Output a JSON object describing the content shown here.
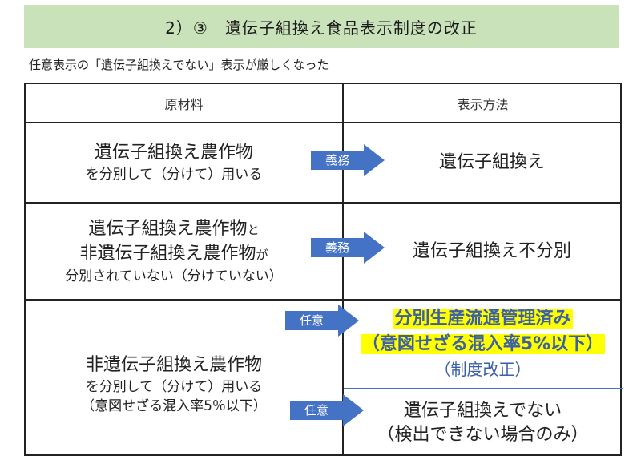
{
  "title": "2）③　遺伝子組換え食品表示制度の改正",
  "subtitle": "任意表示の「遺伝子組換えでない」表示が厳しくなった",
  "table": {
    "headers": [
      "原材料",
      "表示方法"
    ],
    "rows": [
      {
        "material_main": "遺伝子組換え農作物",
        "material_sub": "を分別して（分けて）用いる",
        "arrow": "義務",
        "label": "遺伝子組換え"
      },
      {
        "material_line1": "遺伝子組換え農作物",
        "material_line1_suffix": "と",
        "material_line2": "非遺伝子組換え農作物",
        "material_line2_suffix": "が",
        "material_sub": "分別されていない（分けていない）",
        "arrow": "義務",
        "label": "遺伝子組換え不分別"
      },
      {
        "material_main": "非遺伝子組換え農作物",
        "material_sub": "を分別して（分けて）用いる",
        "material_note": "（意図せざる混入率5％以下）",
        "arrow_top": "任意",
        "arrow_bottom": "任意",
        "label_top_line1": "分別生産流通管理済み",
        "label_top_line2": "（意図せざる混入率5%以下）",
        "label_top_note": "（制度改正）",
        "label_bottom_line1": "遺伝子組換えでない",
        "label_bottom_line2": "（検出できない場合のみ）"
      }
    ]
  },
  "colors": {
    "title_bg": "#c9e2b9",
    "arrow": "#4472c4",
    "highlight": "#ffff00",
    "blue_text": "#3b5fa8"
  }
}
